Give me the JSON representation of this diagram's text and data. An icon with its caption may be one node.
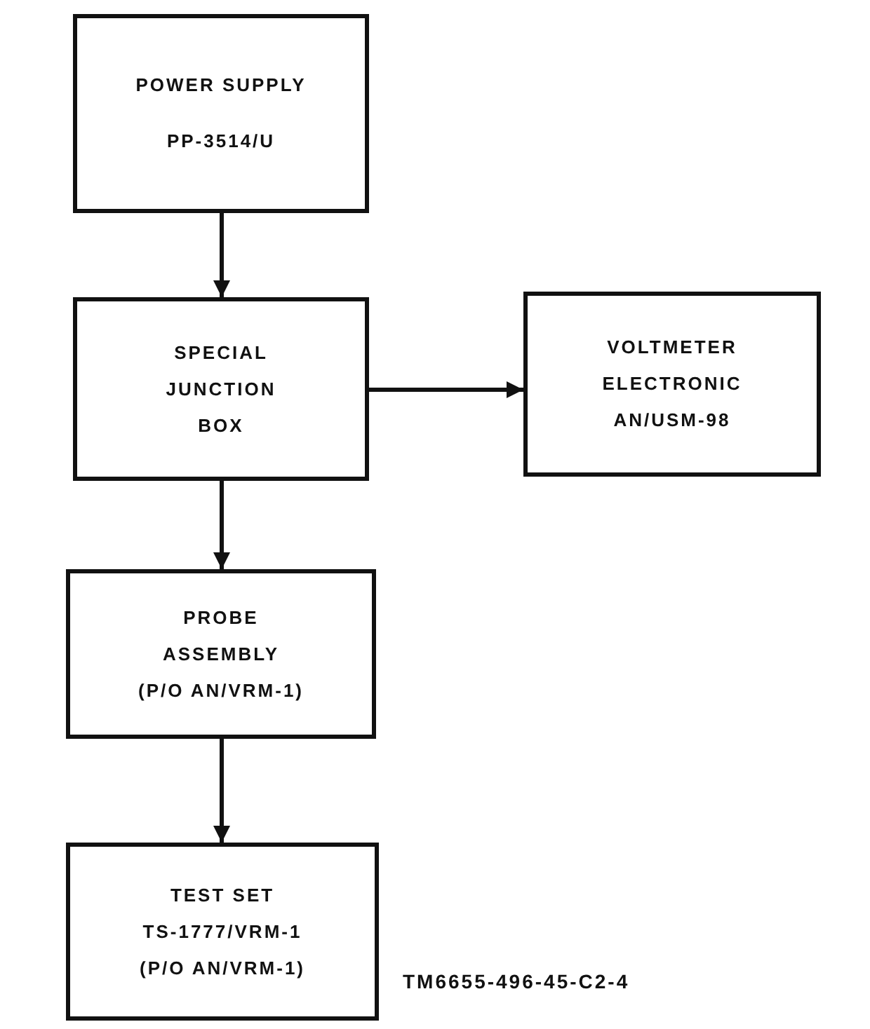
{
  "diagram": {
    "nodes": [
      {
        "text": [
          "POWER SUPPLY",
          "PP-3514/U"
        ]
      },
      {
        "text": [
          "SPECIAL JUNCTION BOX"
        ]
      },
      {
        "text": [
          "VOLTMETER ELECTRONIC",
          "AN/USM-98"
        ]
      },
      {
        "text": [
          "PROBE ASSEMBLY",
          "(P/O AN/VRM-1)"
        ]
      },
      {
        "text": [
          "TEST SET",
          "TS-1777/VRM-1",
          "(P/O AN/VRM-1)"
        ]
      }
    ],
    "edges": [
      {
        "from": 0,
        "to": 1,
        "arrow": "to"
      },
      {
        "from": 1,
        "to": 2,
        "arrow": "to"
      },
      {
        "from": 1,
        "to": 3,
        "arrow": "to"
      },
      {
        "from": 3,
        "to": 4,
        "arrow": "to"
      }
    ],
    "labels": [
      "TM6655-496-45-C2-4"
    ]
  }
}
